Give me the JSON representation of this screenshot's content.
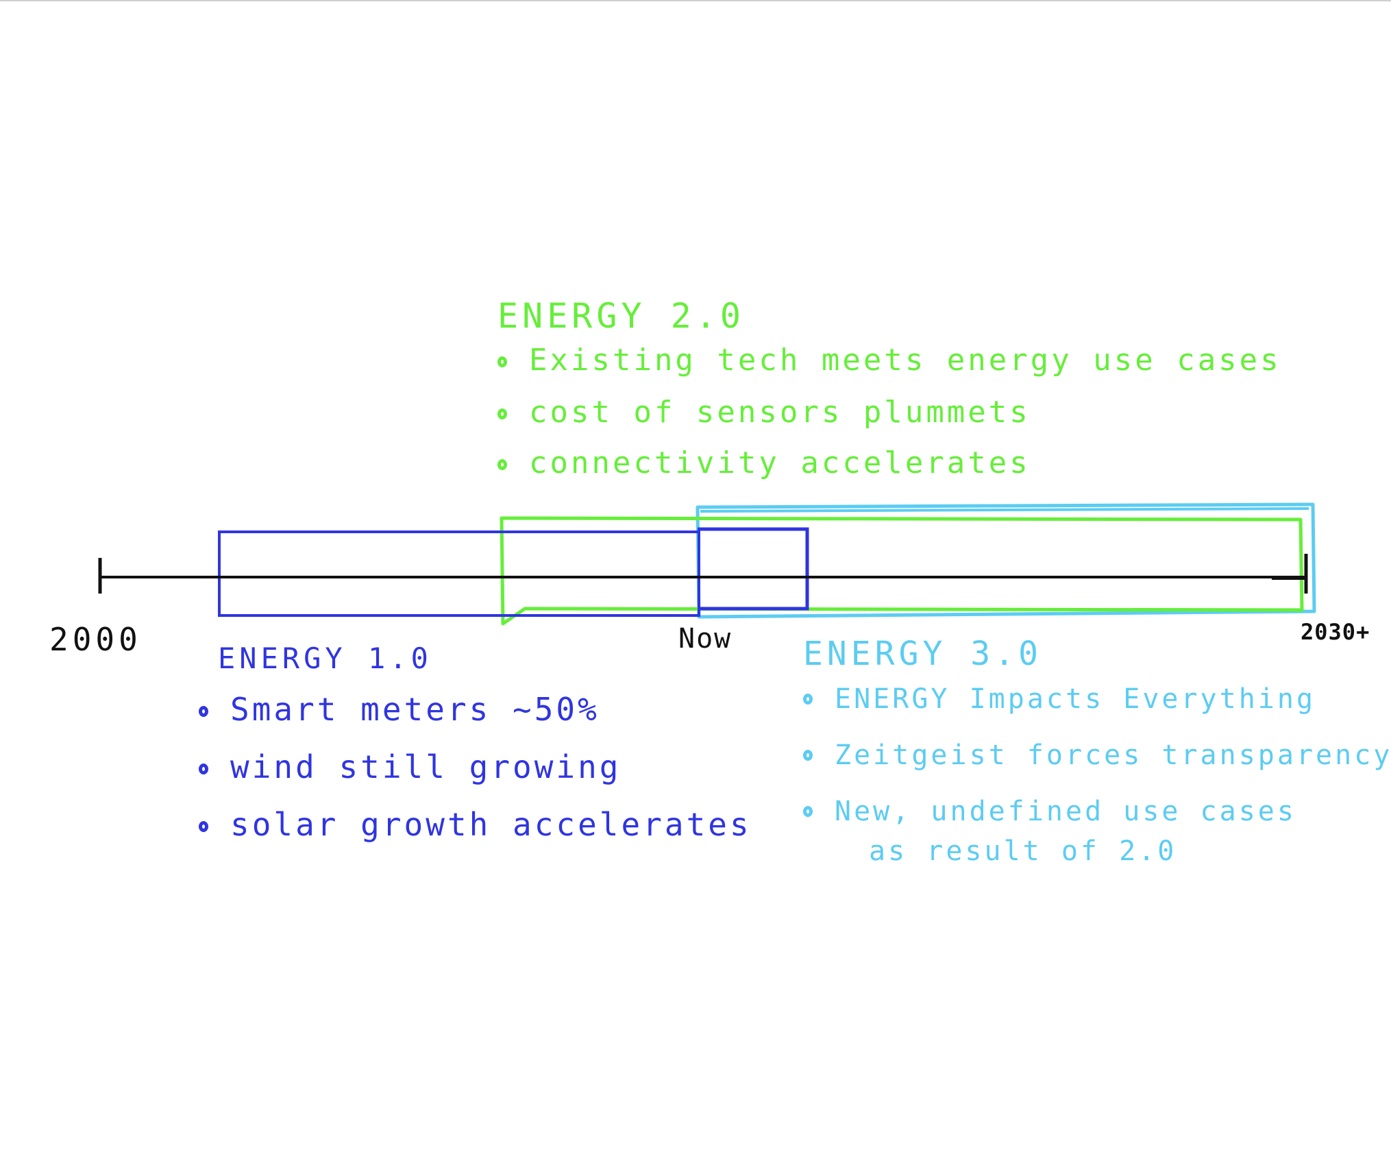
{
  "colors": {
    "ink": "#111111",
    "energy1": "#2f35e0",
    "energy2": "#66ee3a",
    "energy3": "#5cccf2"
  },
  "timeline": {
    "start_label": "2000",
    "now_label": "Now",
    "end_label": "2030+"
  },
  "energy_1": {
    "title": "ENERGY 1.0",
    "items": [
      "Smart meters ~50%",
      "wind still growing",
      "solar growth accelerates"
    ]
  },
  "energy_2": {
    "title": "ENERGY 2.0",
    "items": [
      "Existing tech meets energy use cases",
      "cost of sensors plummets",
      "connectivity accelerates"
    ]
  },
  "energy_3": {
    "title": "ENERGY 3.0",
    "items": [
      "ENERGY Impacts Everything",
      "Zeitgeist forces transparency",
      "New, undefined use cases",
      "as result of 2.0"
    ]
  }
}
